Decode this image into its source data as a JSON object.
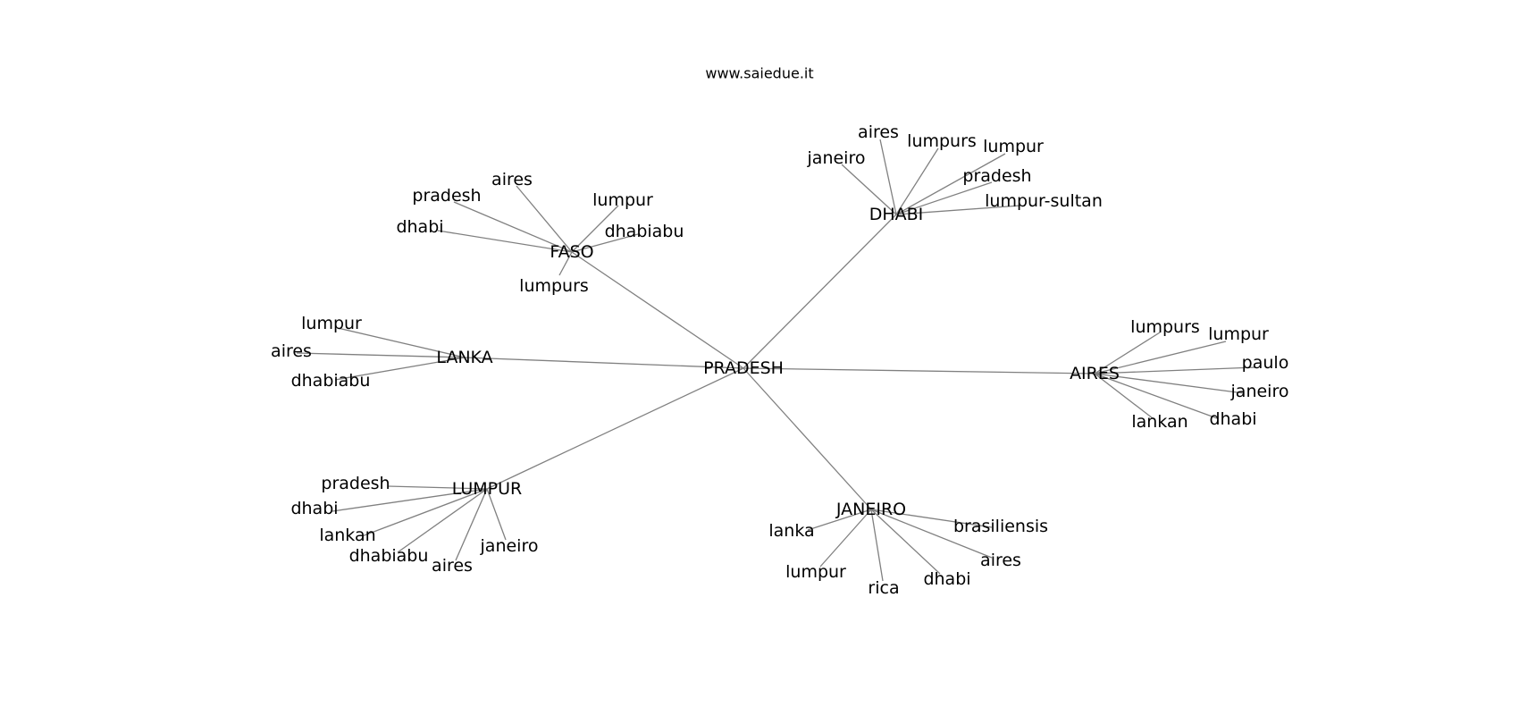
{
  "title": "www.saiedue.it",
  "graph": {
    "root": "PRADESH",
    "hubs": [
      {
        "name": "FASO",
        "leaves": [
          "aires",
          "pradesh",
          "dhabi",
          "lumpur",
          "dhabiabu",
          "lumpurs"
        ]
      },
      {
        "name": "DHABI",
        "leaves": [
          "aires",
          "janeiro",
          "lumpurs",
          "lumpur",
          "pradesh",
          "lumpur-sultan"
        ]
      },
      {
        "name": "LANKA",
        "leaves": [
          "lumpur",
          "aires",
          "dhabiabu"
        ]
      },
      {
        "name": "AIRES",
        "leaves": [
          "lumpurs",
          "lumpur",
          "paulo",
          "janeiro",
          "dhabi",
          "lankan"
        ]
      },
      {
        "name": "LUMPUR",
        "leaves": [
          "pradesh",
          "dhabi",
          "lankan",
          "dhabiabu",
          "aires",
          "janeiro"
        ]
      },
      {
        "name": "JANEIRO",
        "leaves": [
          "lanka",
          "brasiliensis",
          "aires",
          "dhabi",
          "rica",
          "lumpur"
        ]
      }
    ]
  }
}
